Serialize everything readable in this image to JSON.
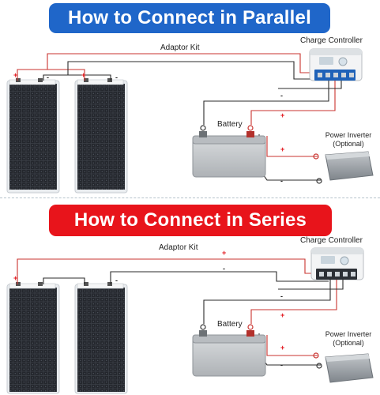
{
  "parallel": {
    "title": "How to Connect in Parallel",
    "adaptor_kit": "Adaptor Kit",
    "charge_controller": "Charge Controller",
    "battery": "Battery",
    "inverter_line1": "Power Inverter",
    "inverter_line2": "(Optional)"
  },
  "series": {
    "title": "How to Connect in Series",
    "adaptor_kit": "Adaptor Kit",
    "charge_controller": "Charge Controller",
    "battery": "Battery",
    "inverter_line1": "Power Inverter",
    "inverter_line2": "(Optional)"
  },
  "symbols": {
    "plus": "+",
    "minus": "-"
  },
  "colors": {
    "parallel_banner": "#1f66c9",
    "series_banner": "#e8141b",
    "positive_wire": "#c9332f",
    "negative_wire": "#2b2b2b",
    "panel_cell": "#2a2d33",
    "battery_body": "#c6c9cc",
    "inverter_body": "#a4a9ae"
  }
}
